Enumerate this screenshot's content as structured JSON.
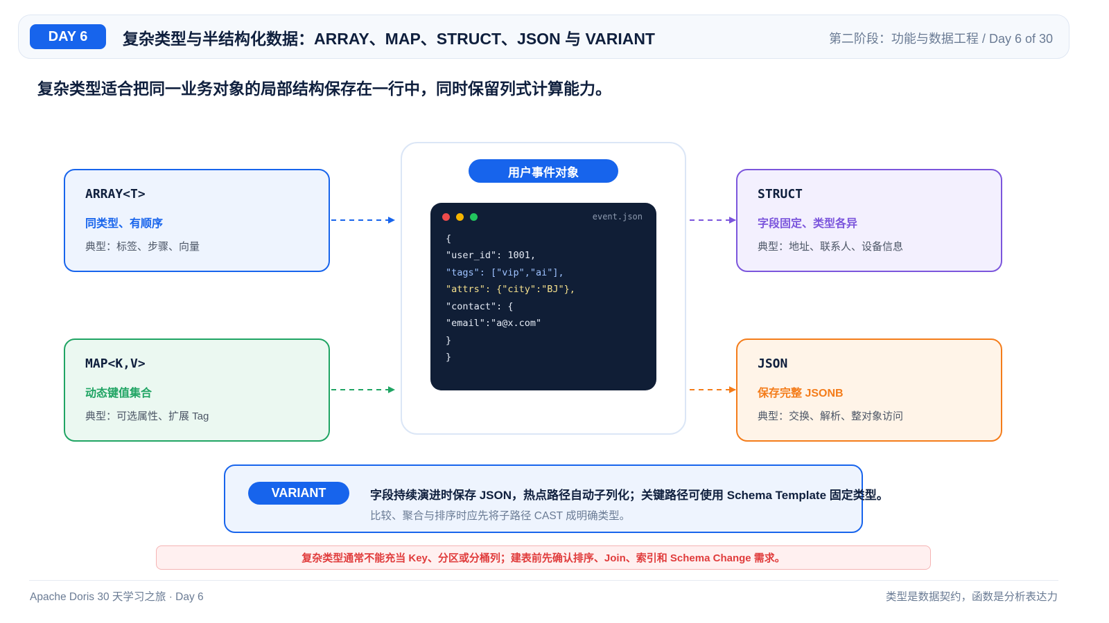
{
  "header": {
    "day_badge": "DAY 6",
    "title": "复杂类型与半结构化数据：ARRAY、MAP、STRUCT、JSON 与 VARIANT",
    "stage": "第二阶段：功能与数据工程 / Day 6 of 30"
  },
  "subtitle": "复杂类型适合把同一业务对象的局部结构保存在一行中，同时保留列式计算能力。",
  "cards": {
    "array": {
      "title": "ARRAY<T>",
      "subtitle": "同类型、有顺序",
      "desc": "典型：标签、步骤、向量"
    },
    "map": {
      "title": "MAP<K,V>",
      "subtitle": "动态键值集合",
      "desc": "典型：可选属性、扩展 Tag"
    },
    "struct": {
      "title": "STRUCT",
      "subtitle": "字段固定、类型各异",
      "desc": "典型：地址、联系人、设备信息"
    },
    "json": {
      "title": "JSON",
      "subtitle": "保存完整 JSONB",
      "desc": "典型：交换、解析、整对象访问"
    }
  },
  "center": {
    "label": "用户事件对象",
    "filename": "event.json",
    "code_lines": [
      "{",
      "\"user_id\": 1001,",
      "\"tags\": [\"vip\",\"ai\"],",
      "\"attrs\": {\"city\":\"BJ\"},",
      "\"contact\": {",
      "\"email\":\"a@x.com\"",
      "}",
      "}"
    ]
  },
  "variant": {
    "badge": "VARIANT",
    "main": "字段持续演进时保存 JSON，热点路径自动子列化；关键路径可使用 Schema Template 固定类型。",
    "note": "比较、聚合与排序时应先将子路径 CAST 成明确类型。"
  },
  "warning": "复杂类型通常不能充当 Key、分区或分桶列；建表前先确认排序、Join、索引和 Schema Change 需求。",
  "footer": {
    "left": "Apache Doris 30 天学习之旅 · Day 6",
    "right": "类型是数据契约，函数是分析表达力"
  },
  "colors": {
    "primary": "#1764ec",
    "array": "#1764ec",
    "map": "#1fa463",
    "struct": "#7b55dc",
    "json": "#f47c1a",
    "warning": "#e03c3c",
    "code_bg": "#101e36"
  }
}
